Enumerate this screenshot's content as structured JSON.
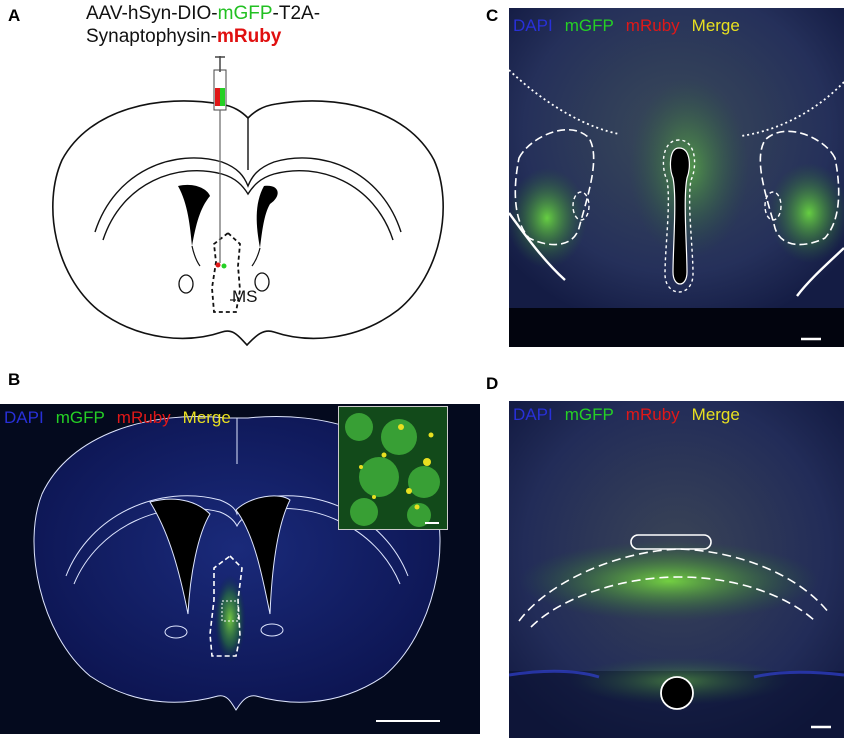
{
  "panel_a": {
    "letter": "A",
    "title_line1_pre": "AAV-hSyn-DIO-",
    "title_line1_green": "mGFP",
    "title_line1_post": "-T2A-",
    "title_line2_pre": "Synaptophysin-",
    "title_line2_red": "mRuby",
    "region_label": "MS"
  },
  "panel_b": {
    "letter": "B",
    "legend": {
      "dapi": "DAPI",
      "gfp": "mGFP",
      "ruby": "mRuby",
      "merge": "Merge"
    }
  },
  "panel_c": {
    "letter": "C",
    "legend": {
      "dapi": "DAPI",
      "gfp": "mGFP",
      "ruby": "mRuby",
      "merge": "Merge"
    }
  },
  "panel_d": {
    "letter": "D",
    "legend": {
      "dapi": "DAPI",
      "gfp": "mGFP",
      "ruby": "mRuby",
      "merge": "Merge"
    }
  },
  "colors": {
    "dapi": "#2830d8",
    "gfp": "#25d025",
    "ruby": "#e01818",
    "merge": "#e8e020",
    "background": "#040a1e"
  }
}
